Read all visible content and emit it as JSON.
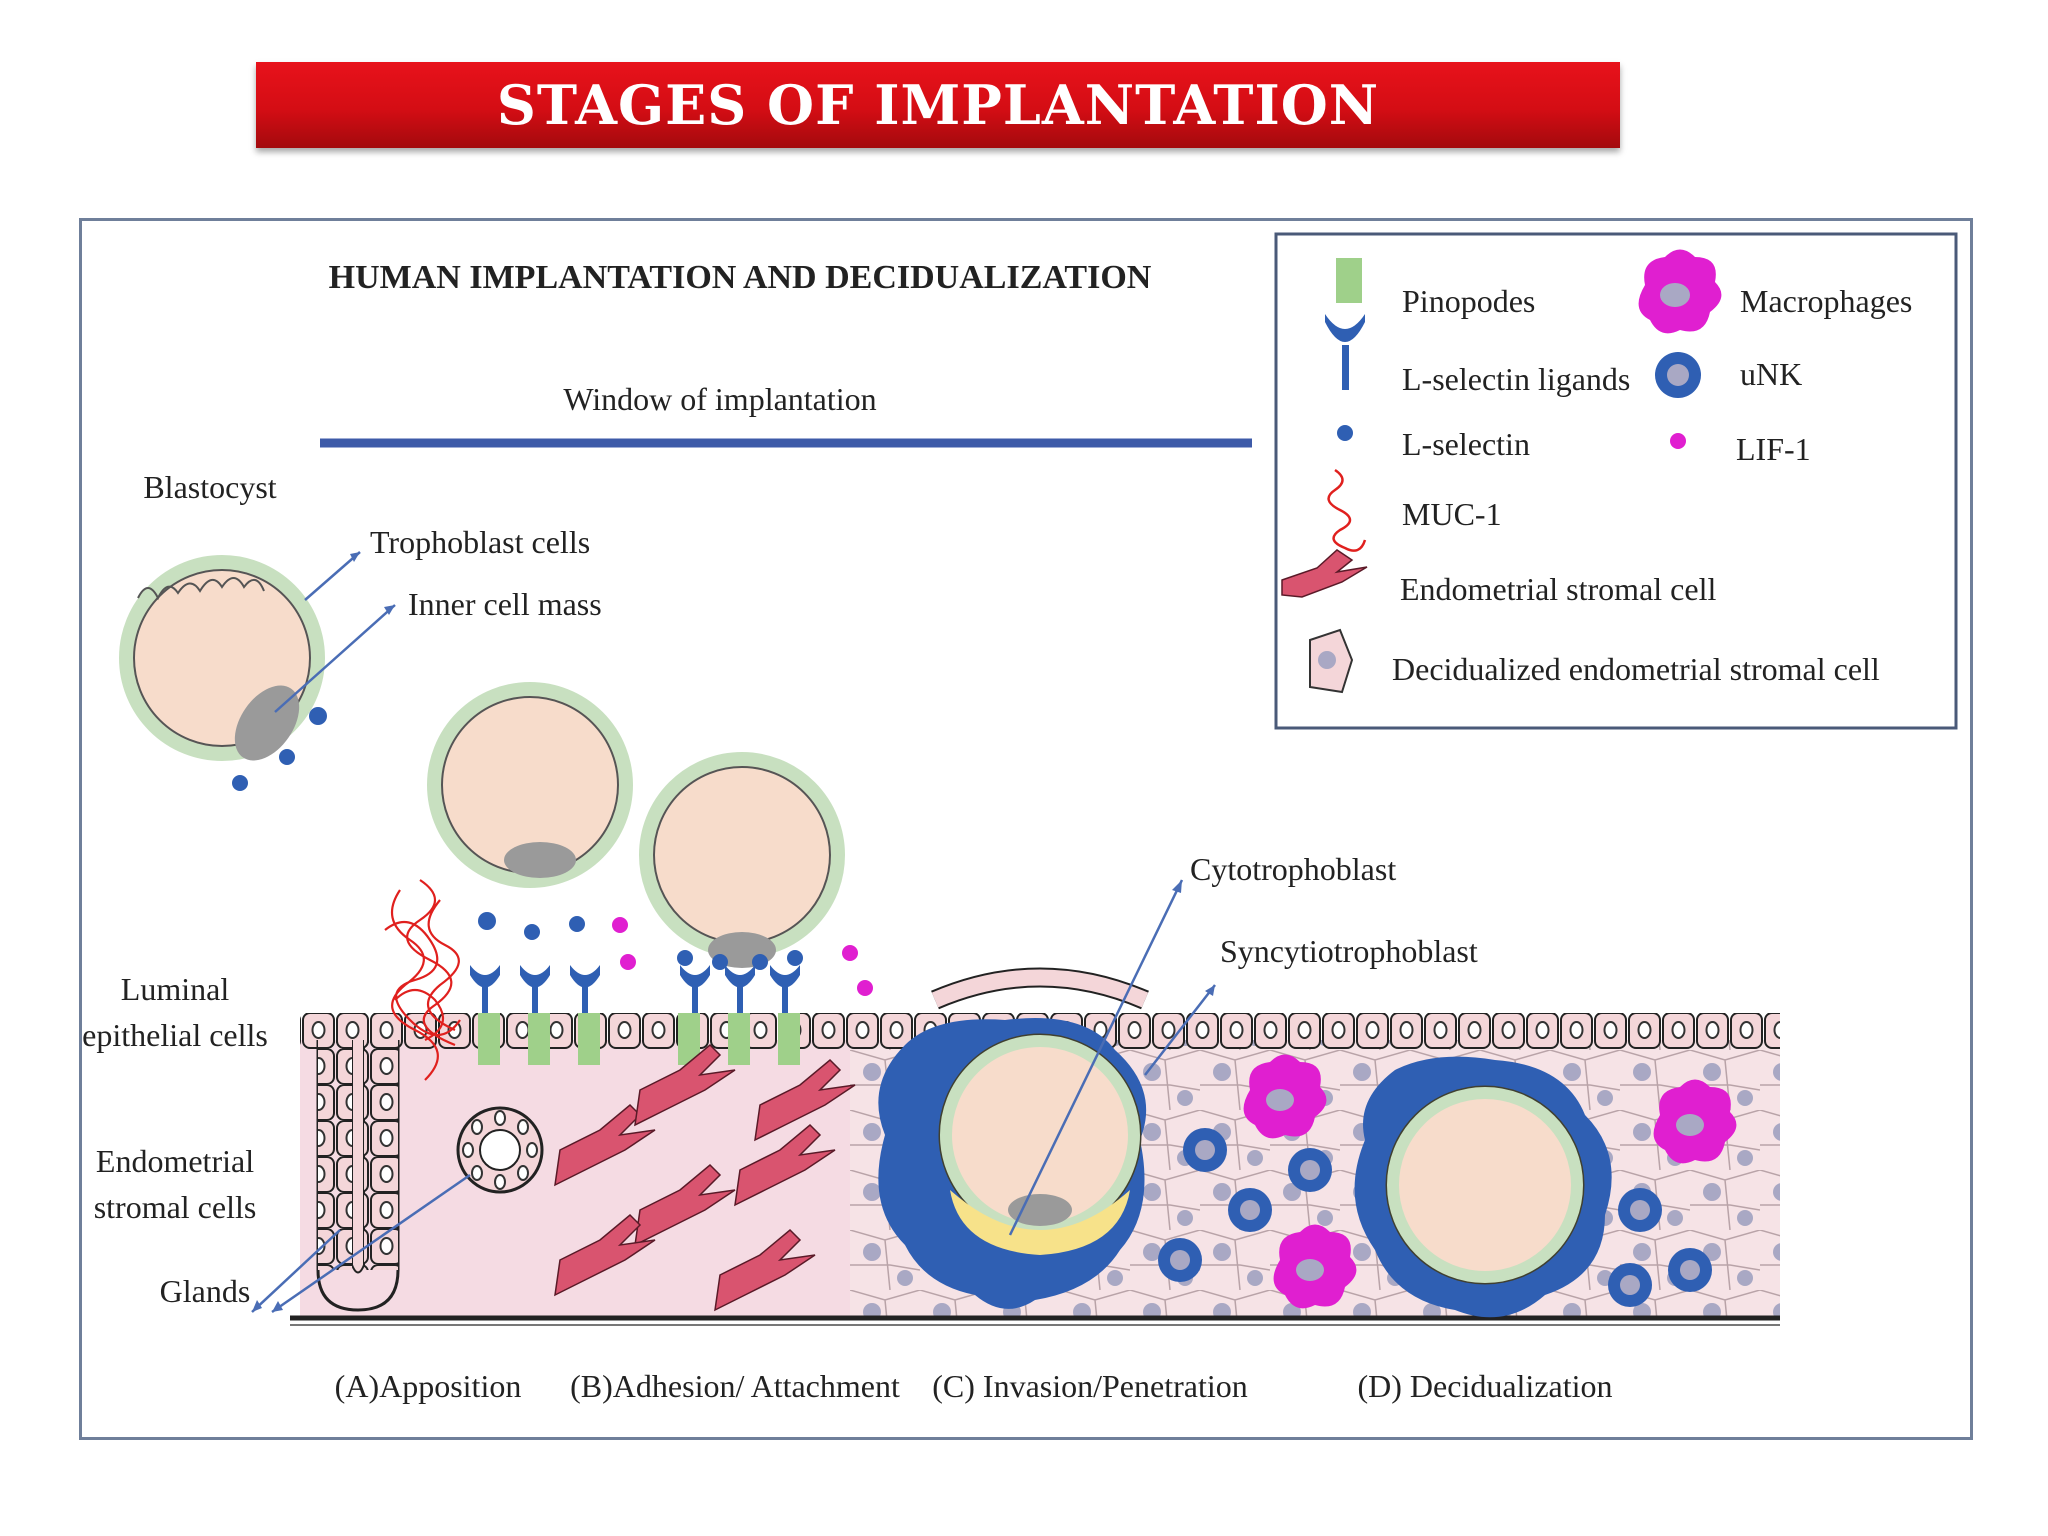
{
  "banner": {
    "title": "STAGES OF IMPLANTATION"
  },
  "diagram": {
    "title": "HUMAN IMPLANTATION AND DECIDUALIZATION",
    "window_label": "Window of implantation",
    "labels": {
      "blastocyst": "Blastocyst",
      "trophoblast_cells": "Trophoblast cells",
      "inner_cell_mass": "Inner cell mass",
      "luminal_epithelial_cells": [
        "Luminal",
        "epithelial cells"
      ],
      "endometrial_stromal_cells": [
        "Endometrial",
        "stromal cells"
      ],
      "glands": "Glands",
      "cytotrophoblast": "Cytotrophoblast",
      "syncytiotrophoblast": "Syncytiotrophoblast"
    },
    "stages": [
      "(A)Apposition",
      "(B)Adhesion/ Attachment",
      "(C) Invasion/Penetration",
      "(D) Decidualization"
    ]
  },
  "legend": {
    "items": [
      {
        "label": "Pinopodes",
        "icon": "pinopode-icon"
      },
      {
        "label": "L-selectin ligands",
        "icon": "l-selectin-ligand-icon"
      },
      {
        "label": "L-selectin",
        "icon": "l-selectin-icon"
      },
      {
        "label": "MUC-1",
        "icon": "muc1-icon"
      },
      {
        "label": "Endometrial stromal cell",
        "icon": "stromal-cell-icon"
      },
      {
        "label": "Decidualized endometrial stromal cell",
        "icon": "decidualized-cell-icon"
      },
      {
        "label": "Macrophages",
        "icon": "macrophage-icon"
      },
      {
        "label": "uNK",
        "icon": "unk-icon"
      },
      {
        "label": "LIF-1",
        "icon": "lif1-icon"
      }
    ]
  },
  "colors": {
    "banner_red": "#d90f16",
    "selectin_blue": "#2f5fb3",
    "pinopode_green": "#9fd08a",
    "muc_red": "#e0201e",
    "macrophage_magenta": "#e01fd0",
    "stroma_pink": "#f5dbe3",
    "blastocyst_fill": "#f7dccb"
  }
}
